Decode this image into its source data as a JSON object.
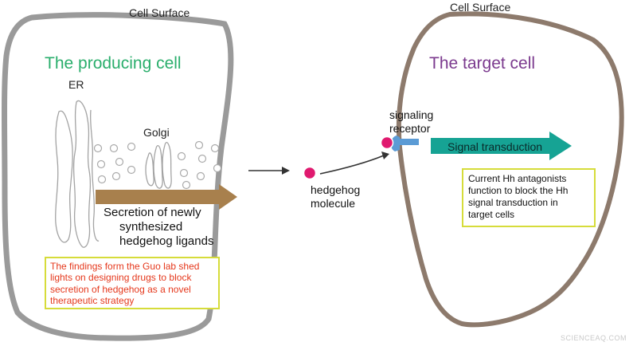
{
  "producing_cell": {
    "surface_label": "Cell Surface",
    "title": "The producing cell",
    "er_label": "ER",
    "golgi_label": "Golgi",
    "secretion_lines": [
      "Secretion of newly",
      "synthesized",
      "hedgehog ligands"
    ],
    "findings_lines": [
      "The findings form the Guo lab shed",
      "lights on designing  drugs to block",
      "secretion of hedgehog as a novel",
      "therapeutic strategy"
    ]
  },
  "middle": {
    "molecule_lines": [
      "hedgehog",
      "molecule"
    ],
    "receptor_lines": [
      "signaling",
      "receptor"
    ]
  },
  "target_cell": {
    "surface_label": "Cell Surface",
    "title": "The target cell",
    "signal_label": "Signal transduction",
    "antagonist_lines": [
      "Current Hh antagonists",
      "function to block the Hh",
      "signal transduction in",
      "target cells"
    ]
  },
  "watermark": "SCIENCEAQ.COM",
  "colors": {
    "producing_outline": "#9a9a9a",
    "target_outline": "#8d7a6c",
    "brown_arrow": "#a8804d",
    "teal_arrow": "#16a394",
    "hedgehog": "#e0196f",
    "receptor": "#5b9bd5",
    "box_border": "#d6dc3a"
  }
}
